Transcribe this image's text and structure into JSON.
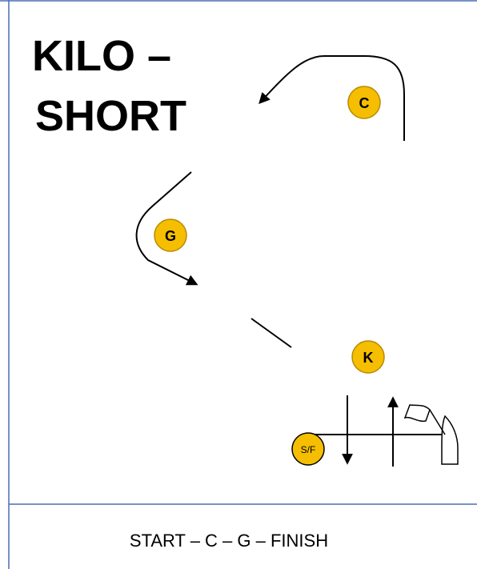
{
  "title": {
    "line1": "KILO –",
    "line2": "SHORT"
  },
  "marks": [
    {
      "id": "C",
      "label": "C"
    },
    {
      "id": "G",
      "label": "G"
    },
    {
      "id": "K",
      "label": "K"
    }
  ],
  "start_finish": {
    "label": "S/F"
  },
  "route": {
    "text": "START – C – G – FINISH"
  },
  "colors": {
    "mark_fill": "#F5BE00",
    "mark_stroke": "#B88A00",
    "frame": "#4A6FB5",
    "line": "#000000"
  },
  "icons": {
    "committee_boat": "boat-icon",
    "committee_flag": "flag-icon"
  }
}
